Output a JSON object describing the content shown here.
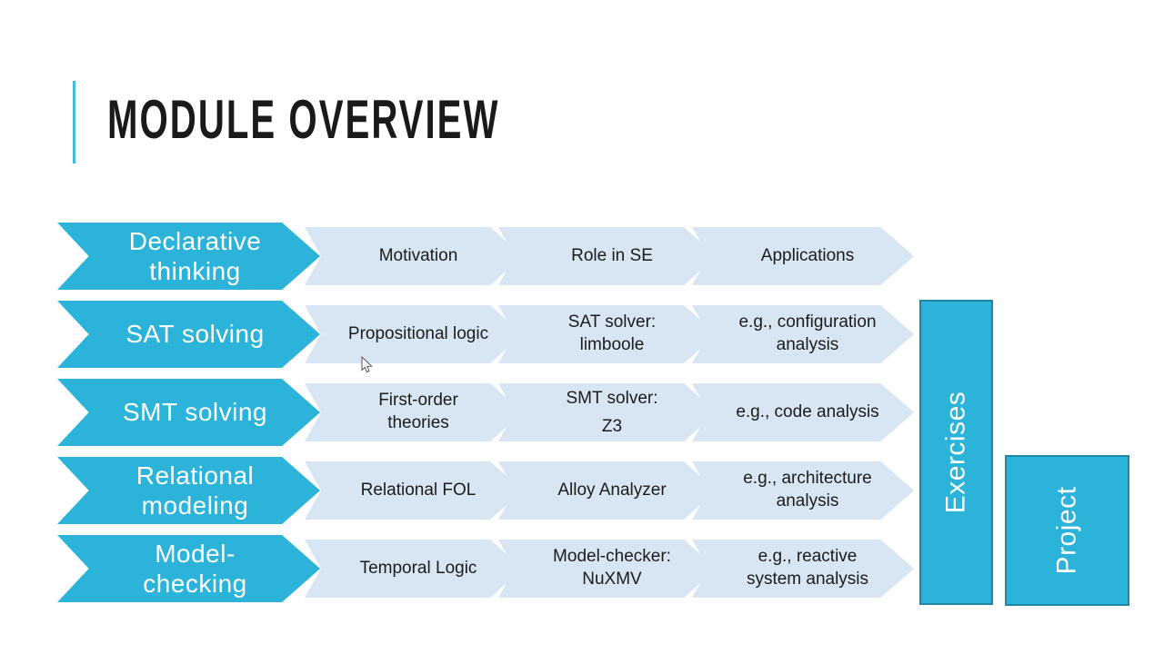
{
  "slide": {
    "title": "MODULE OVERVIEW"
  },
  "colors": {
    "accent": "#2BB3DA",
    "light": "#D7E6F2",
    "box_border": "#1F86A5",
    "accent_line": "#41BCD9",
    "title_text": "#1A1A1A",
    "step_text": "#1C1C1C"
  },
  "diagram": {
    "rows": [
      {
        "stage": "Declarative\nthinking",
        "steps": [
          "Motivation",
          "Role in SE",
          "Applications"
        ]
      },
      {
        "stage": "SAT solving",
        "steps": [
          "Propositional logic",
          "SAT solver:\nlimboole",
          "e.g., configuration\nanalysis"
        ]
      },
      {
        "stage": "SMT solving",
        "steps": [
          "First-order\ntheories",
          "SMT solver:\nZ3",
          "e.g., code analysis"
        ]
      },
      {
        "stage": "Relational\nmodeling",
        "steps": [
          "Relational FOL",
          "Alloy Analyzer",
          "e.g., architecture\nanalysis"
        ]
      },
      {
        "stage": "Model-\nchecking",
        "steps": [
          "Temporal Logic",
          "Model-checker:\nNuXMV",
          "e.g., reactive\nsystem analysis"
        ]
      }
    ],
    "side_boxes": [
      {
        "label": "Exercises"
      },
      {
        "label": "Project"
      }
    ]
  }
}
